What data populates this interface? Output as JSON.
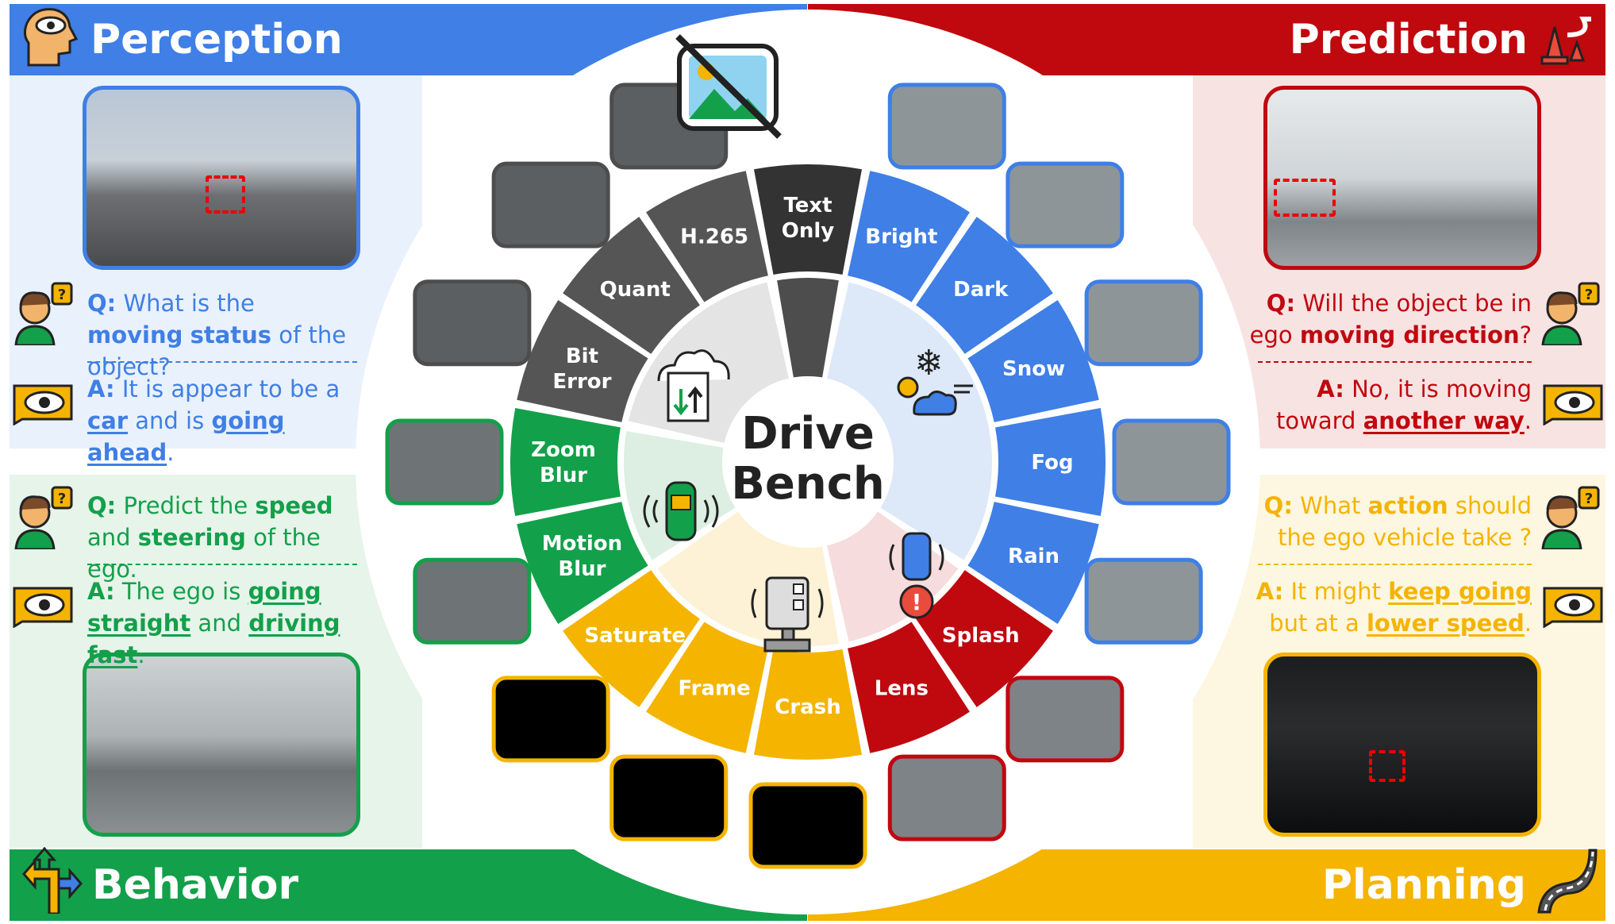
{
  "title": {
    "line1": "Drive",
    "line2": "Bench"
  },
  "quadrants": {
    "perception": {
      "label": "Perception",
      "color": "#3f7fe6",
      "bg": "#e9f1fc",
      "q_prefix": "Q:",
      "q_text": [
        "What is the ",
        "moving",
        " ",
        "status",
        " of the object?"
      ],
      "a_prefix": "A:",
      "a_text": [
        "It is appear to be a ",
        "car",
        " and is ",
        "going ahead",
        "."
      ]
    },
    "prediction": {
      "label": "Prediction",
      "color": "#c0080f",
      "bg": "#f8e3e3",
      "q_prefix": "Q:",
      "q_text": [
        "Will the object be in",
        "ego ",
        "moving direction",
        "?"
      ],
      "a_prefix": "A:",
      "a_text": [
        "No, it is moving",
        "toward ",
        "another way",
        "."
      ]
    },
    "behavior": {
      "label": "Behavior",
      "color": "#13a04a",
      "bg": "#e6f4ea",
      "q_prefix": "Q:",
      "q_text": [
        "Predict the ",
        "speed",
        "and ",
        "steering",
        " of the ego."
      ],
      "a_prefix": "A:",
      "a_text": [
        "The ego is ",
        "going",
        "straight",
        " and ",
        "driving fast",
        "."
      ]
    },
    "planning": {
      "label": "Planning",
      "color": "#f4b400",
      "bg": "#fdf6e0",
      "q_prefix": "Q:",
      "q_text": [
        "What ",
        "action",
        " should",
        "the ego vehicle take ?"
      ],
      "a_prefix": "A:",
      "a_text": [
        "It might ",
        "keep going",
        "but at a ",
        "lower speed",
        "."
      ]
    }
  },
  "segments": [
    {
      "label": "Text\nOnly",
      "group": "gray"
    },
    {
      "label": "Bright",
      "group": "blue"
    },
    {
      "label": "Dark",
      "group": "blue"
    },
    {
      "label": "Snow",
      "group": "blue"
    },
    {
      "label": "Fog",
      "group": "blue"
    },
    {
      "label": "Rain",
      "group": "blue"
    },
    {
      "label": "Splash",
      "group": "red"
    },
    {
      "label": "Lens",
      "group": "red"
    },
    {
      "label": "Crash",
      "group": "yellow"
    },
    {
      "label": "Frame",
      "group": "yellow"
    },
    {
      "label": "Saturate",
      "group": "yellow"
    },
    {
      "label": "Motion\nBlur",
      "group": "green"
    },
    {
      "label": "Zoom\nBlur",
      "group": "green"
    },
    {
      "label": "Bit\nError",
      "group": "gray"
    },
    {
      "label": "Quant",
      "group": "gray"
    },
    {
      "label": "H.265",
      "group": "gray"
    }
  ],
  "colors": {
    "blue": "#3f7fe6",
    "red": "#c0080f",
    "yellow": "#f4b400",
    "green": "#13a04a",
    "gray": "#4d4d4d",
    "gray_light": "#6a6a6a",
    "text_on_light": "#333333"
  },
  "icons": [
    "perception-eye-head-icon",
    "prediction-traffic-cone-icon",
    "behavior-arrows-icon",
    "planning-road-icon",
    "no-image-icon",
    "cloud-document-icon",
    "weather-icon",
    "car-sensor-icon",
    "camera-sensor-icon",
    "car-alert-icon"
  ]
}
